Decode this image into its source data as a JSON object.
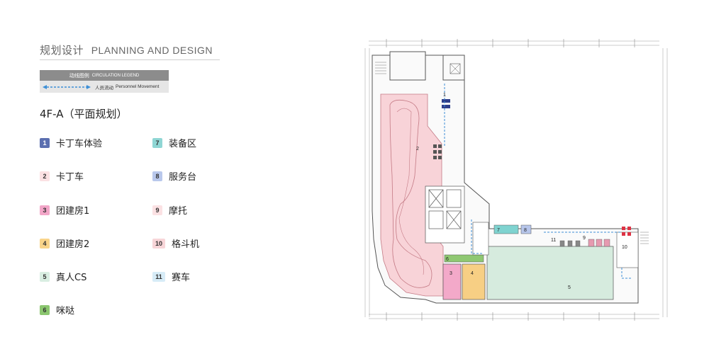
{
  "header": {
    "title_cn": "规划设计",
    "title_en": "PLANNING AND DESIGN"
  },
  "legend": {
    "title_cn": "动线图例",
    "title_en": "CIRCULATION LEGEND",
    "movement_cn": "人员流动",
    "movement_en": "Personnel Movement",
    "dash_color": "#3d8fd6"
  },
  "floor_title": "4F-A（平面规划）",
  "zones": [
    {
      "num": "1",
      "label": "卡丁车体验",
      "bg": "#5b6fb0",
      "fg": "#ffffff"
    },
    {
      "num": "2",
      "label": "卡丁车",
      "bg": "#fbe1e3",
      "fg": "#333333"
    },
    {
      "num": "3",
      "label": "团建房1",
      "bg": "#f2a6c8",
      "fg": "#333333"
    },
    {
      "num": "4",
      "label": "团建房2",
      "bg": "#f9d48a",
      "fg": "#333333"
    },
    {
      "num": "5",
      "label": "真人CS",
      "bg": "#d9eee2",
      "fg": "#333333"
    },
    {
      "num": "6",
      "label": "咪哒",
      "bg": "#8bc66f",
      "fg": "#333333"
    },
    {
      "num": "7",
      "label": "装备区",
      "bg": "#8fd6d4",
      "fg": "#333333"
    },
    {
      "num": "8",
      "label": "服务台",
      "bg": "#b9c8ec",
      "fg": "#333333"
    },
    {
      "num": "9",
      "label": "摩托",
      "bg": "#fbe1e3",
      "fg": "#333333"
    },
    {
      "num": "10",
      "label": "格斗机",
      "bg": "#f7d5d8",
      "fg": "#333333"
    },
    {
      "num": "11",
      "label": "赛车",
      "bg": "#d7ecf7",
      "fg": "#333333"
    }
  ],
  "plan": {
    "zone_numbers": [
      "1",
      "2",
      "3",
      "4",
      "5",
      "6",
      "7",
      "8",
      "9",
      "10",
      "11"
    ],
    "colors": {
      "kart_track": "#f8d3d8",
      "cs_area": "#d6ebde",
      "room1": "#f3a9c9",
      "room2": "#f7cf84",
      "mida": "#8fc872",
      "equipment": "#7fd3d0",
      "service": "#b7c6eb",
      "wall": "#555555",
      "dim_line": "#888888",
      "flow": "#3d8fd6",
      "red_label": "#e02020"
    }
  }
}
